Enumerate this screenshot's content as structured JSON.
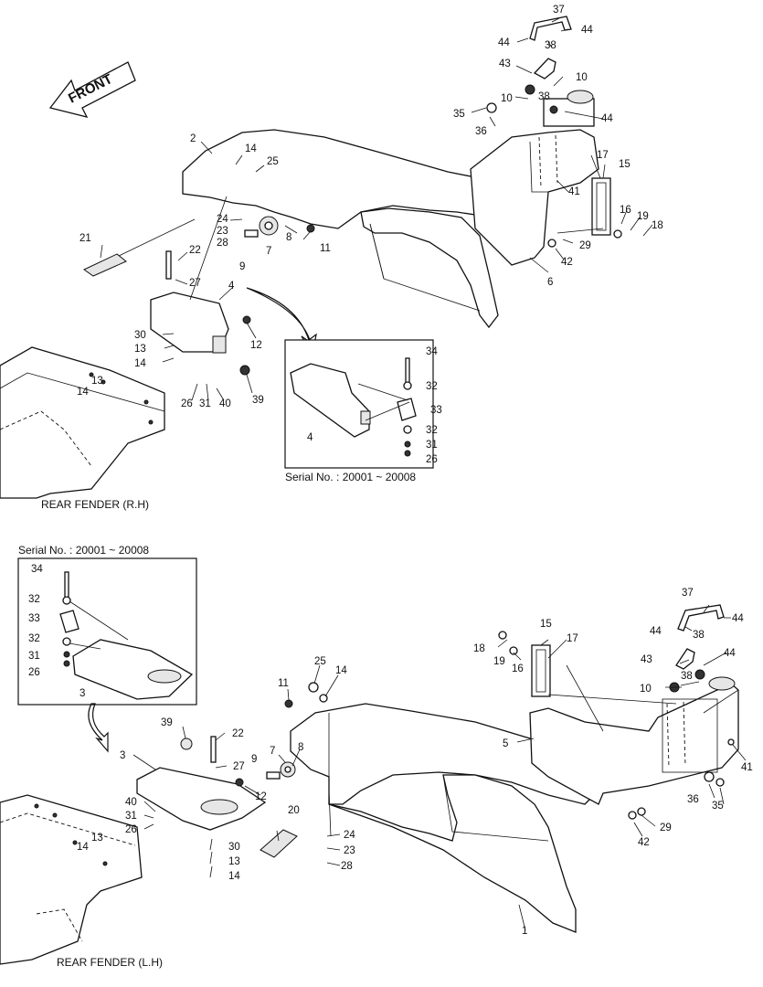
{
  "front_label": "FRONT",
  "upper_panel": {
    "caption": "REAR FENDER (R.H)",
    "inset_caption": "Serial No. : 20001 ~ 20008",
    "callouts": [
      "2",
      "14",
      "25",
      "24",
      "23",
      "28",
      "8",
      "7",
      "9",
      "11",
      "21",
      "22",
      "27",
      "4",
      "30",
      "13",
      "14",
      "12",
      "26",
      "31",
      "40",
      "39",
      "13",
      "14",
      "37",
      "44",
      "38",
      "44",
      "43",
      "10",
      "38",
      "10",
      "35",
      "36",
      "44",
      "41",
      "15",
      "17",
      "16",
      "19",
      "18",
      "29",
      "42",
      "6",
      "34",
      "32",
      "33",
      "4",
      "32",
      "31",
      "26"
    ]
  },
  "lower_panel": {
    "caption": "REAR FENDER (L.H)",
    "inset_caption": "Serial No. : 20001 ~ 20008",
    "callouts": [
      "34",
      "32",
      "33",
      "32",
      "31",
      "26",
      "3",
      "37",
      "44",
      "38",
      "44",
      "15",
      "17",
      "18",
      "19",
      "16",
      "43",
      "44",
      "10",
      "38",
      "11",
      "25",
      "14",
      "5",
      "41",
      "39",
      "22",
      "3",
      "27",
      "9",
      "7",
      "8",
      "12",
      "36",
      "35",
      "40",
      "31",
      "26",
      "20",
      "29",
      "42",
      "24",
      "23",
      "28",
      "30",
      "13",
      "14",
      "14",
      "13",
      "1"
    ]
  }
}
